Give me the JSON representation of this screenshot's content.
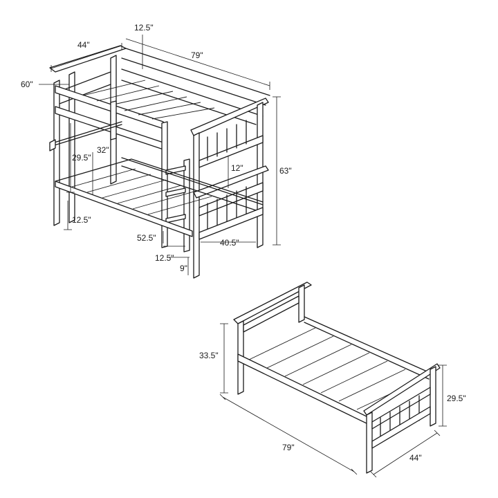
{
  "bunk_bed": {
    "dim_width": "44\"",
    "dim_ladder_offset": "12.5\"",
    "dim_length": "79\"",
    "dim_top_rail": "60\"",
    "dim_lower_clearance": "32\"",
    "dim_lower_post": "29.5\"",
    "dim_middle_gap": "12\"",
    "dim_total_height": "63\"",
    "dim_floor_clearance": "12.5\"",
    "dim_ladder_height": "52.5\"",
    "dim_end_rail": "40.5\"",
    "dim_ladder_width": "12.5\"",
    "dim_leg": "9\""
  },
  "twin_bed": {
    "dim_headboard": "33.5\"",
    "dim_footboard": "29.5\"",
    "dim_length": "79\"",
    "dim_width": "44\""
  }
}
